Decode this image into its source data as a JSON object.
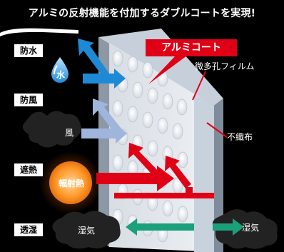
{
  "title": "アルミの反射機能を付加するダブルコートを実現!",
  "rows": [
    {
      "label": "防水",
      "icon_text": "水",
      "icon": "water-drop-icon"
    },
    {
      "label": "防風",
      "icon_text": "風",
      "icon": "wind-cloud-icon"
    },
    {
      "label": "遮熱",
      "icon_text": "輻射熱",
      "icon": "radiant-heat-sun-icon"
    },
    {
      "label": "透湿",
      "icon_text": "湿気",
      "icon": "moisture-cloud-icon"
    }
  ],
  "header_label": "アルミコート",
  "callouts": {
    "film": "微多孔フィルム",
    "nonwoven": "不織布"
  },
  "right_moisture_label": "湿気",
  "colors": {
    "accent_red": "#e00016",
    "water_blue": "#1e8ad6",
    "wind_blue": "#9fb5dc",
    "moisture_green": "#1aa07a"
  }
}
